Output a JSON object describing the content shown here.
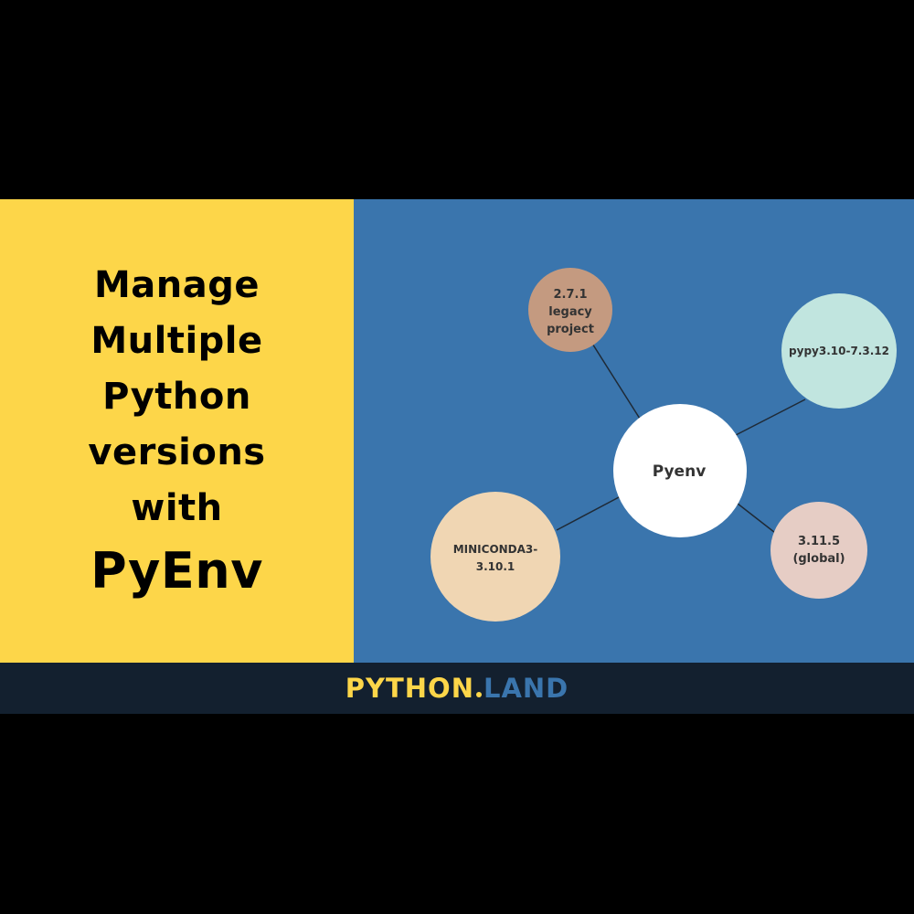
{
  "colors": {
    "left_bg": "#fdd649",
    "right_bg": "#3a75ad",
    "footer_bg": "#13202f",
    "logo_yellow": "#fdd649",
    "logo_blue": "#3a75ad"
  },
  "title": {
    "lines": [
      "Manage",
      "Multiple",
      "Python",
      "versions",
      "with"
    ],
    "emphasis": "PyEnv"
  },
  "diagram": {
    "center": {
      "label": "Pyenv",
      "color": "#ffffff"
    },
    "nodes": [
      {
        "lines": [
          "2.7.1",
          "legacy",
          "project"
        ],
        "color": "#c49a80"
      },
      {
        "lines": [
          "pypy3.10-7.3.12"
        ],
        "color": "#c1e5df"
      },
      {
        "lines": [
          "MINICONDA3-",
          "3.10.1"
        ],
        "color": "#f0d6b3"
      },
      {
        "lines": [
          "3.11.5",
          "(global)"
        ],
        "color": "#e6cdc5"
      }
    ]
  },
  "logo": {
    "part1": "PYTHON",
    "part2": "LAND"
  }
}
